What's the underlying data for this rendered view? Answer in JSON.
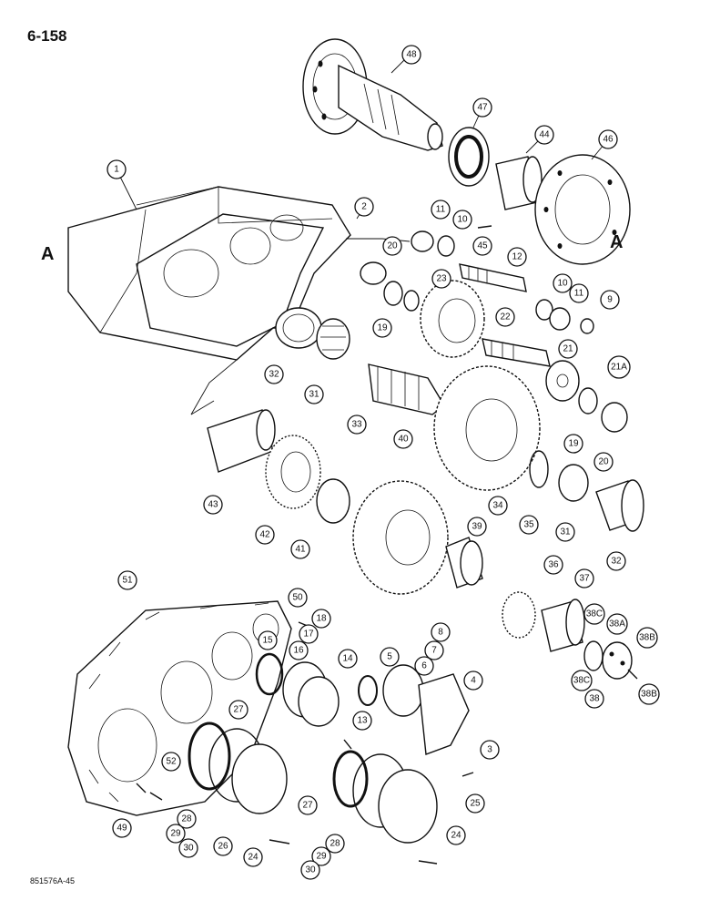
{
  "page_number": "6-158",
  "reference_code": "851576A-45",
  "ref_letter": "A",
  "callouts": {
    "c1": "1",
    "c2": "2",
    "c3": "3",
    "c4": "4",
    "c5": "5",
    "c6": "6",
    "c7": "7",
    "c8": "8",
    "c9": "9",
    "c10a": "10",
    "c10b": "10",
    "c11a": "11",
    "c11b": "11",
    "c12": "12",
    "c13": "13",
    "c14": "14",
    "c15": "15",
    "c16": "16",
    "c17": "17",
    "c18": "18",
    "c19a": "19",
    "c19b": "19",
    "c20a": "20",
    "c20b": "20",
    "c21": "21",
    "c21a": "21A",
    "c22": "22",
    "c23": "23",
    "c24a": "24",
    "c24b": "24",
    "c25": "25",
    "c26": "26",
    "c27a": "27",
    "c27b": "27",
    "c28a": "28",
    "c28b": "28",
    "c29a": "29",
    "c29b": "29",
    "c30a": "30",
    "c30b": "30",
    "c31a": "31",
    "c31b": "31",
    "c32a": "32",
    "c32b": "32",
    "c33": "33",
    "c34": "34",
    "c35": "35",
    "c36": "36",
    "c37": "37",
    "c38": "38",
    "c38a": "38A",
    "c38b1": "38B",
    "c38b2": "38B",
    "c38c1": "38C",
    "c38c2": "38C",
    "c39": "39",
    "c40": "40",
    "c41": "41",
    "c42": "42",
    "c43": "43",
    "c44": "44",
    "c45": "45",
    "c46": "46",
    "c47": "47",
    "c48": "48",
    "c49": "49",
    "c50": "50",
    "c51": "51",
    "c52": "52"
  }
}
